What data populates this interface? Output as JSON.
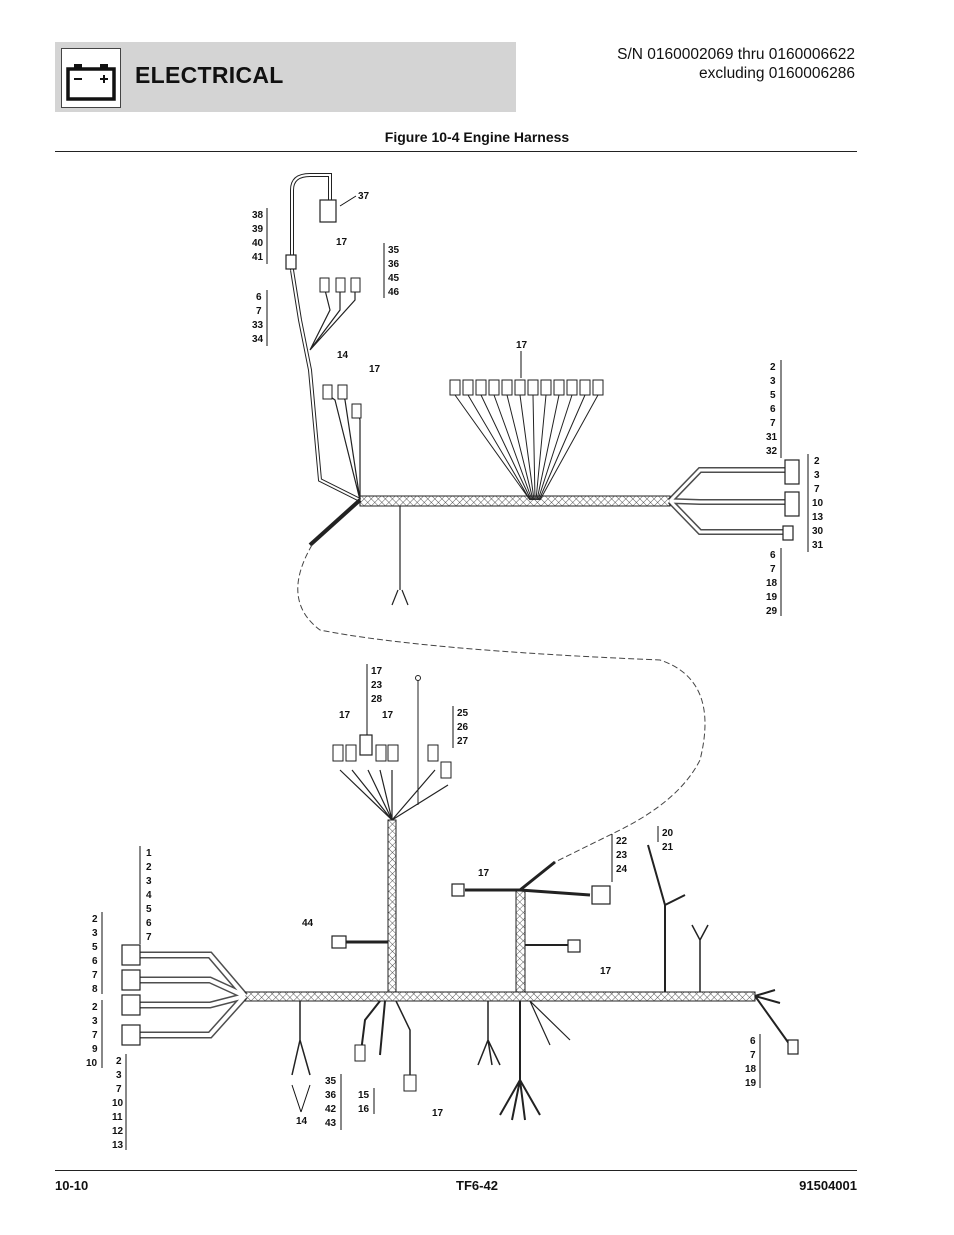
{
  "header": {
    "section_title": "ELECTRICAL",
    "serial_line1": "S/N 0160002069 thru 0160006622",
    "serial_line2": "excluding 0160006286",
    "icon": "battery-icon"
  },
  "figure": {
    "title": "Figure 10-4 Engine Harness"
  },
  "callouts": {
    "c37": "37",
    "c38_41": [
      "38",
      "39",
      "40",
      "41"
    ],
    "c17_top": "17",
    "c35_46": [
      "35",
      "36",
      "45",
      "46"
    ],
    "c6_34": [
      "6",
      "7",
      "33",
      "34"
    ],
    "c14_upper": "14",
    "c17_upper_right": "17",
    "c17_bank": "17",
    "c2_32": [
      "2",
      "3",
      "5",
      "6",
      "7",
      "31",
      "32"
    ],
    "c2_31": [
      "2",
      "3",
      "7",
      "10",
      "13",
      "30",
      "31"
    ],
    "c6_29": [
      "6",
      "7",
      "18",
      "19",
      "29"
    ],
    "c17_23_28": [
      "17",
      "23",
      "28"
    ],
    "c17_left": "17",
    "c17_mid": "17",
    "c25_27": [
      "25",
      "26",
      "27"
    ],
    "c1_7": [
      "1",
      "2",
      "3",
      "4",
      "5",
      "6",
      "7"
    ],
    "c2_8": [
      "2",
      "3",
      "5",
      "6",
      "7",
      "8"
    ],
    "c2_10": [
      "2",
      "3",
      "7",
      "9",
      "10"
    ],
    "c2_13": [
      "2",
      "3",
      "7",
      "10",
      "11",
      "12",
      "13"
    ],
    "c44": "44",
    "c14_lower": "14",
    "c35_43": [
      "35",
      "36",
      "42",
      "43"
    ],
    "c15_16": [
      "15",
      "16"
    ],
    "c17_bottom": "17",
    "c17_center": "17",
    "c22_24": [
      "22",
      "23",
      "24"
    ],
    "c20_21": [
      "20",
      "21"
    ],
    "c17_center_right": "17",
    "c6_19_lower": [
      "6",
      "7",
      "18",
      "19"
    ]
  },
  "footer": {
    "left": "10-10",
    "center": "TF6-42",
    "right": "91504001"
  }
}
